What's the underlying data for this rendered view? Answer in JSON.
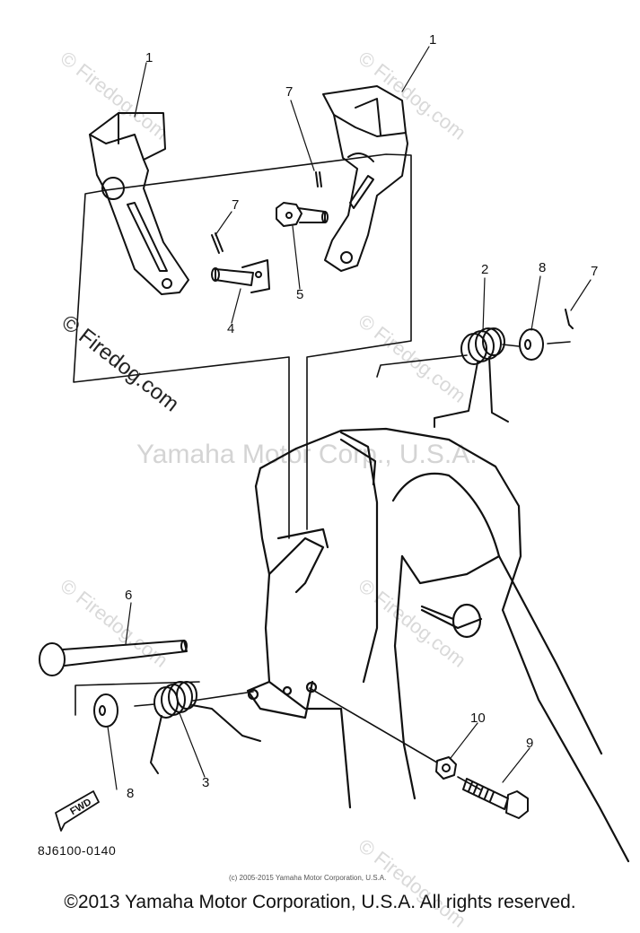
{
  "watermarks": {
    "site_small": "© Firedog.com",
    "site_large": "© Firedog.com",
    "brand": "Yamaha Motor Corp., U.S.A."
  },
  "callouts": {
    "c1_left": "1",
    "c1_right": "1",
    "c7_top": "7",
    "c7_mid": "7",
    "c7_right": "7",
    "c4": "4",
    "c5": "5",
    "c2": "2",
    "c8_top": "8",
    "c6": "6",
    "c3": "3",
    "c8_bottom": "8",
    "c10": "10",
    "c9": "9"
  },
  "fwd_label": "FWD",
  "diagram_code": "8J6100-0140",
  "fine_print": "(c) 2005-2015 Yamaha Motor Corporation, U.S.A.",
  "footer": "©2013 Yamaha Motor Corporation, U.S.A. All rights reserved."
}
